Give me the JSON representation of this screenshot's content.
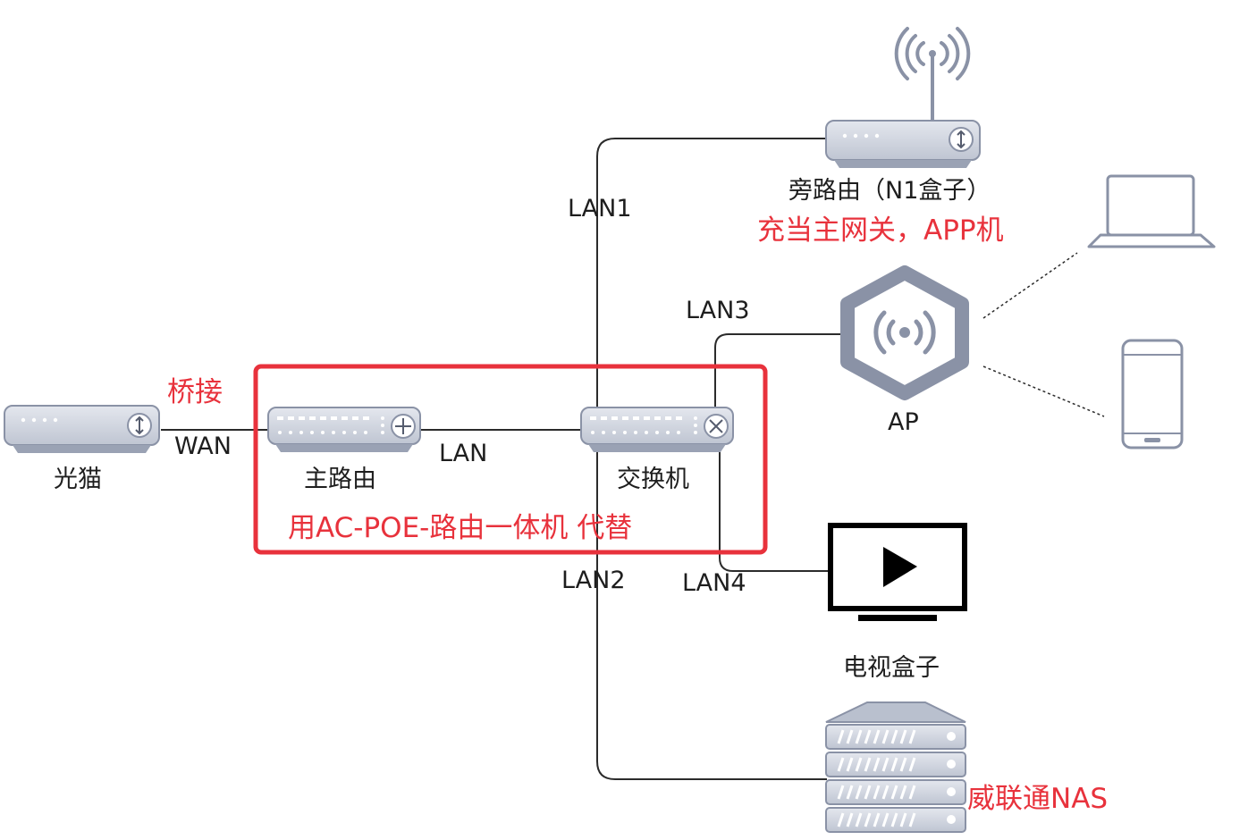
{
  "nodes": {
    "modem": "光猫",
    "main_router": "主路由",
    "switch": "交换机",
    "side_router": "旁路由（N1盒子）",
    "ap": "AP",
    "tv_box": "电视盒子"
  },
  "links": {
    "wan": "WAN",
    "lan": "LAN",
    "lan1": "LAN1",
    "lan2": "LAN2",
    "lan3": "LAN3",
    "lan4": "LAN4"
  },
  "annotations": {
    "bridge": "桥接",
    "side_router_role": "充当主网关，APP机",
    "replace_note": "用AC-POE-路由一体机 代替",
    "nas": "威联通NAS"
  },
  "icons": [
    "modem-icon",
    "router-icon",
    "switch-icon",
    "wifi-router-icon",
    "ap-icon",
    "laptop-icon",
    "phone-icon",
    "tv-icon",
    "nas-server-icon"
  ],
  "colors": {
    "line": "#2b2b2b",
    "device_fill": "#c9ced9",
    "device_stroke": "#8a92a6",
    "highlight": "#e8323c"
  }
}
